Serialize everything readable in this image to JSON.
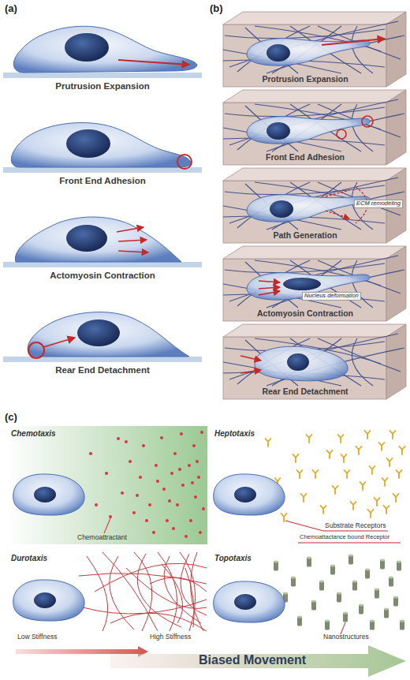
{
  "diagram": {
    "nodes": [
      {
        "text": [
          "Protrusion Expansion"
        ]
      },
      {
        "text": [
          "Front End Adhesion"
        ]
      },
      {
        "text": [
          "Path Generation",
          "ECM remodeling"
        ]
      },
      {
        "text": [
          "Actomyosin Contraction",
          "Nucleus deformation"
        ]
      },
      {
        "text": [
          "Rear End Detachment"
        ]
      },
      {
        "text": [
          "Biased Movement"
        ]
      }
    ],
    "labels": [
      "(a)",
      "Prutrusion Expansion",
      "Front End Adhesion",
      "Actomyosin Contraction",
      "Rear End Detachment",
      "(b)",
      "(c)",
      "Chemotaxis",
      "Heptotaxis",
      "Chemoattractant",
      "Substrate Receptors",
      "Chemoattactance bound Receptor",
      "Durotaxis",
      "Topotaxis",
      "Nanostructures",
      "Low Stiffness",
      "High Stiffness"
    ]
  }
}
